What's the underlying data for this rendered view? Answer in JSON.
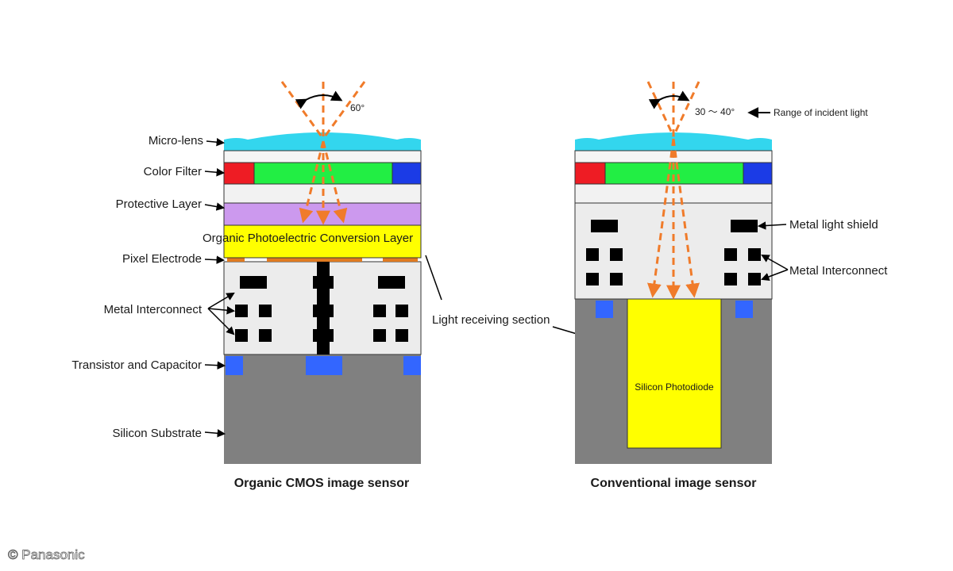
{
  "colors": {
    "lens": "#33d6ee",
    "red": "#ee1c24",
    "green": "#22ee44",
    "blue": "#1b3be6",
    "protective": "#cc99ee",
    "organic_layer": "#ffff00",
    "metal": "#000000",
    "wiring_bg": "#ececec",
    "substrate": "#808080",
    "transistor": "#3366ff",
    "light": "#f07b2a",
    "photodiode": "#ffff00",
    "electrode": "#e07a20"
  },
  "left": {
    "caption": "Organic CMOS image sensor",
    "angle": "60°",
    "labels": {
      "micro_lens": "Micro-lens",
      "color_filter": "Color Filter",
      "protective_layer": "Protective Layer",
      "organic_layer": "Organic Photoelectric Conversion Layer",
      "pixel_electrode": "Pixel Electrode",
      "metal_interconnect": "Metal Interconnect",
      "transistor_capacitor": "Transistor and Capacitor",
      "silicon_substrate": "Silicon Substrate"
    }
  },
  "light_receiving": "Light receiving section",
  "right": {
    "caption": "Conventional image sensor",
    "angle": "30 ～ 40°",
    "range_label": "Range of incident light",
    "labels": {
      "metal_light_shield": "Metal light shield",
      "metal_interconnect": "Metal Interconnect",
      "silicon_photodiode": "Silicon Photodiode"
    }
  },
  "watermark": "© Panasonic"
}
